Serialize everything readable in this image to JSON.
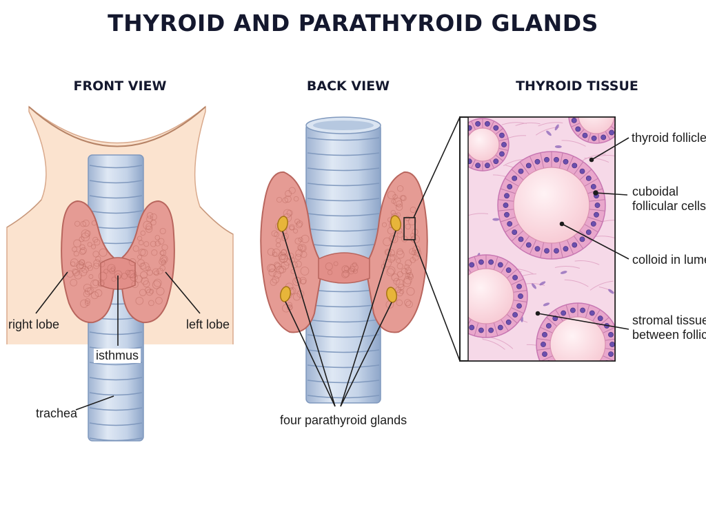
{
  "title": "THYROID AND PARATHYROID GLANDS",
  "panels": {
    "front": {
      "heading": "FRONT VIEW",
      "labels": {
        "right_lobe": "right lobe",
        "left_lobe": "left lobe",
        "isthmus": "isthmus",
        "trachea": "trachea"
      }
    },
    "back": {
      "heading": "BACK VIEW",
      "labels": {
        "parathyroid": "four parathyroid glands"
      }
    },
    "tissue": {
      "heading": "THYROID TISSUE",
      "labels": {
        "follicle": "thyroid follicle",
        "cells_1": "cuboidal",
        "cells_2": "follicular cells",
        "colloid": "colloid in lumen",
        "stroma_1": "stromal tissue",
        "stroma_2": "between follicles"
      }
    }
  },
  "colors": {
    "gland": "#e59b94",
    "gland_edge": "#b8655d",
    "trachea": "#c7d6ea",
    "trachea_edge": "#7f98bd",
    "skin": "#fbe3cf",
    "parathyroid": "#e7b53a",
    "tissue_bg": "#f6d9e8",
    "follicle_ring": "#c776b2",
    "nucleus": "#6b4fae",
    "colloid": "#fcdfe4"
  }
}
